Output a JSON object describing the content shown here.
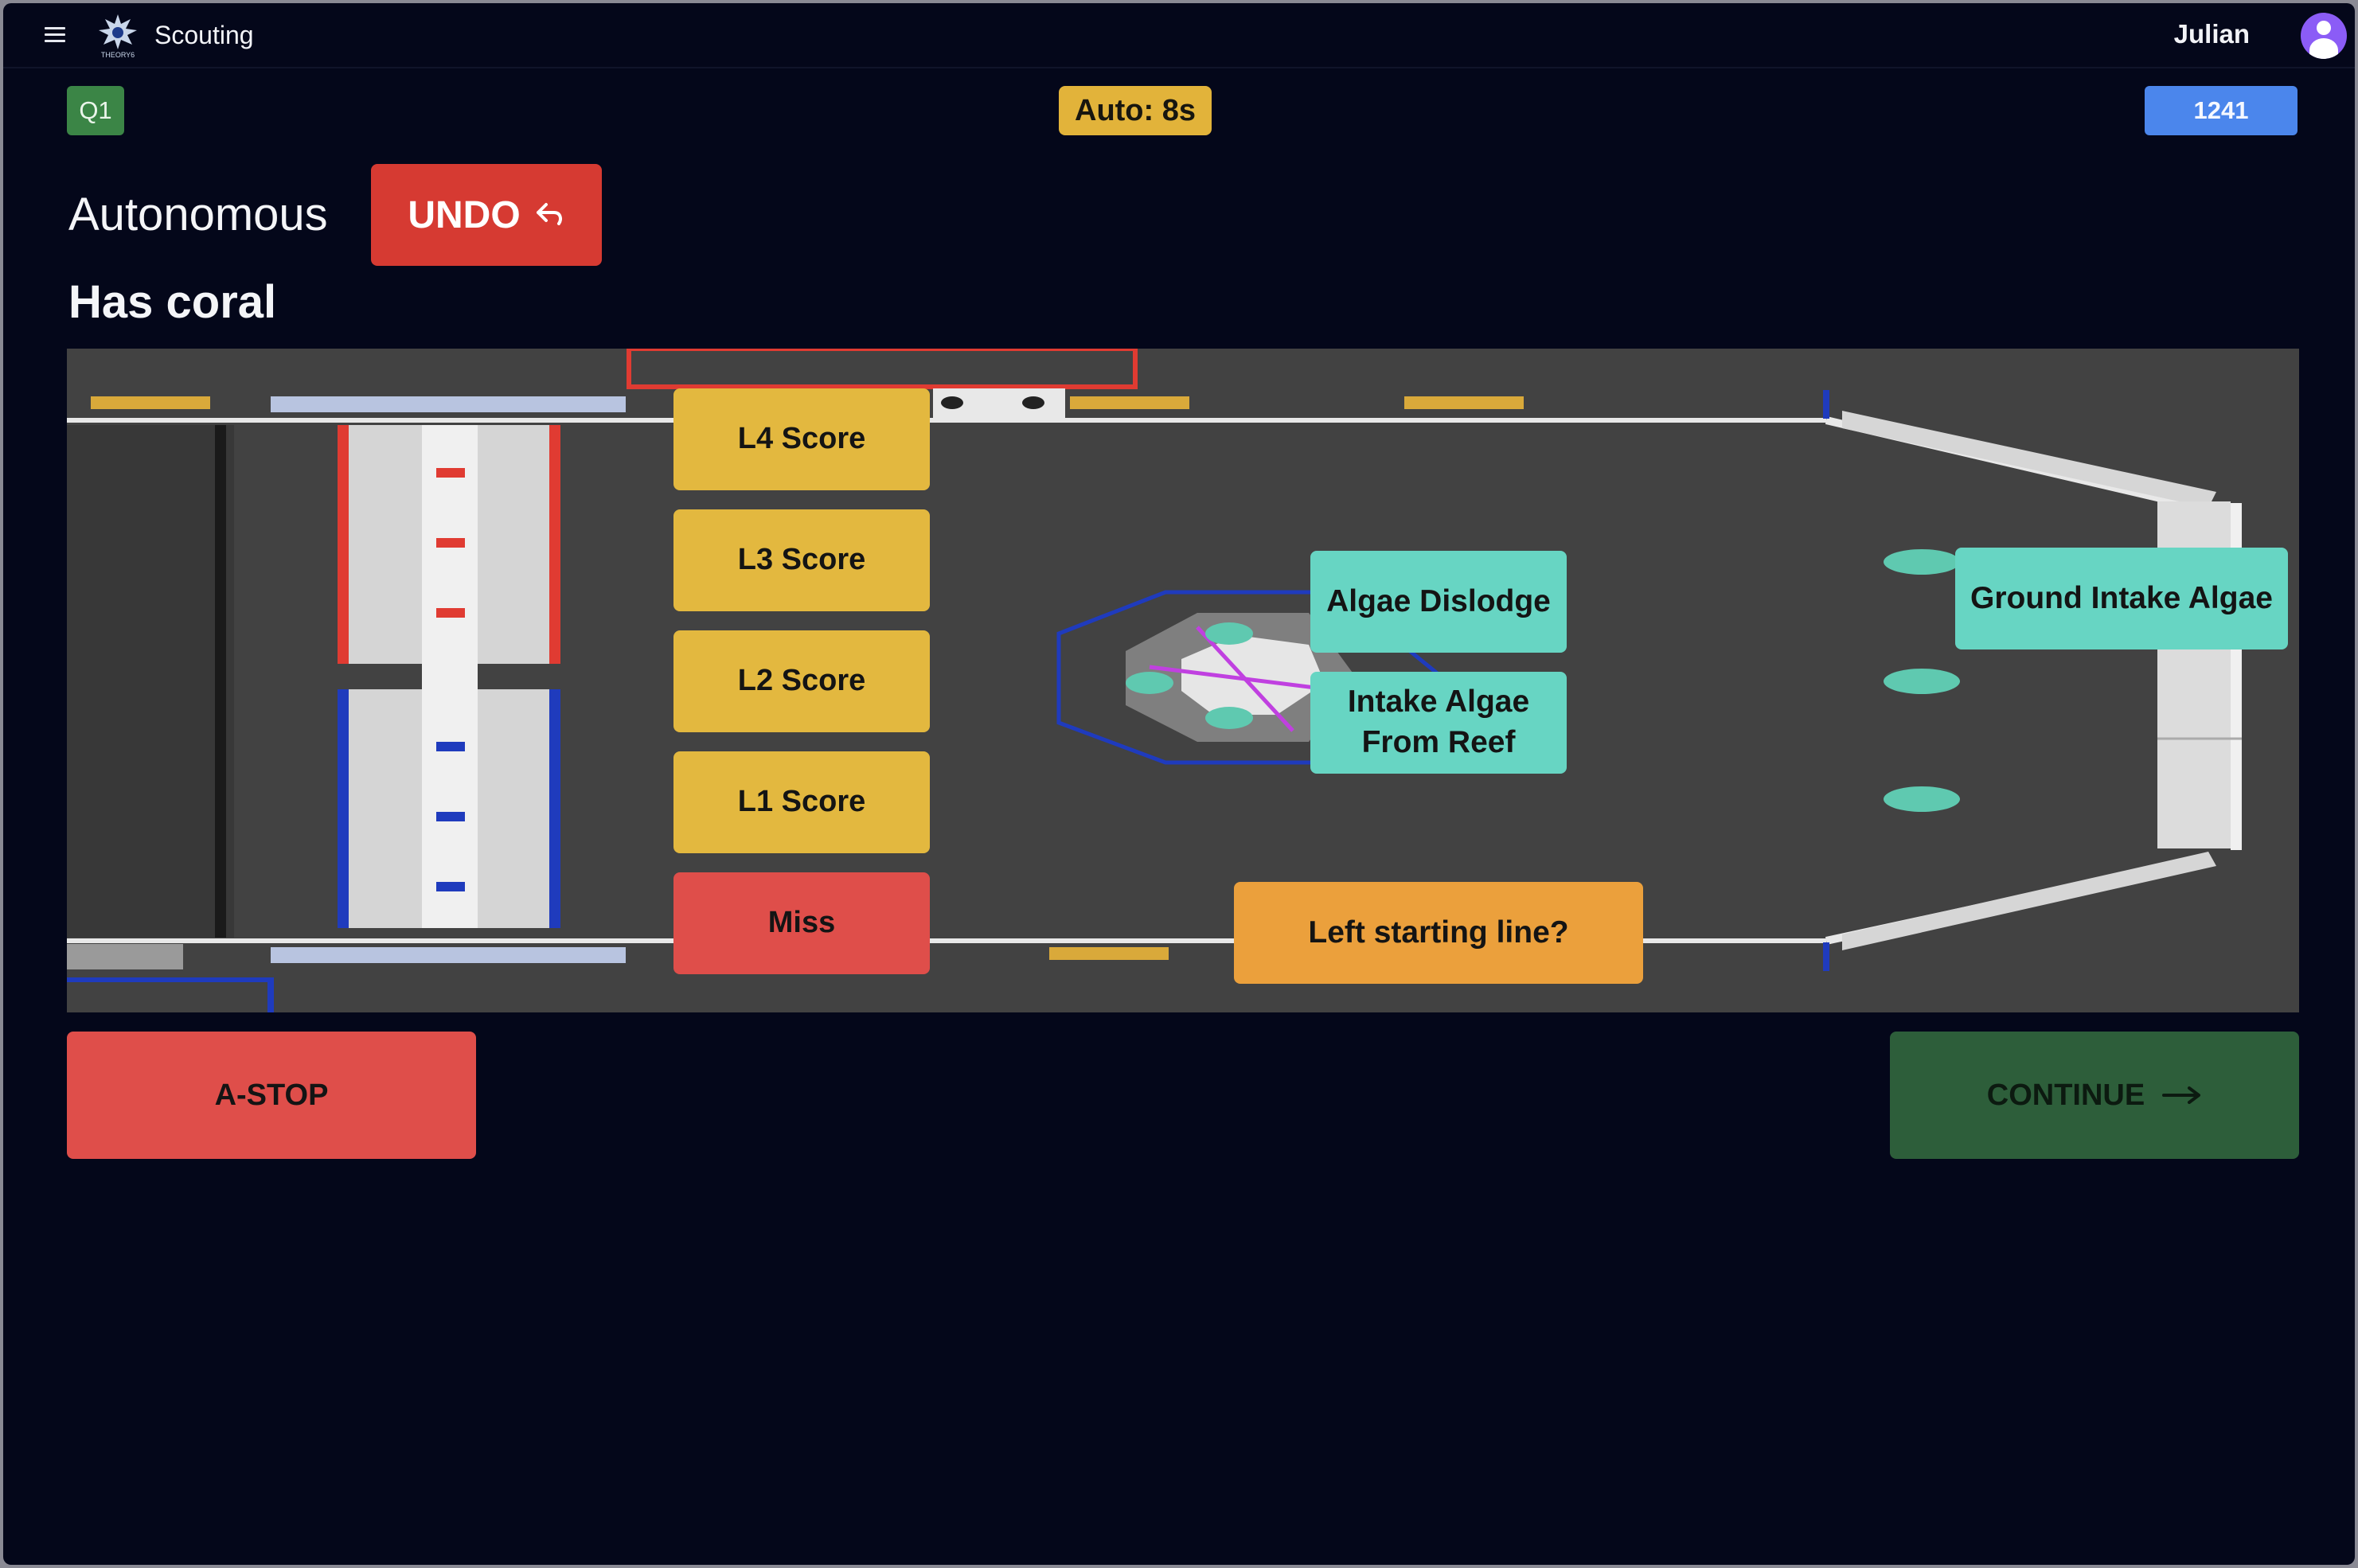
{
  "navbar": {
    "menu_icon": "hamburger-menu-icon",
    "logo_icon": "team-logo-icon",
    "logo_text": "THEORY6",
    "title": "Scouting",
    "user_name": "Julian",
    "avatar_icon": "user-avatar-icon"
  },
  "status_bar": {
    "match": "Q1",
    "timer": "Auto: 8s",
    "team": "1241"
  },
  "mode": {
    "title": "Autonomous",
    "undo_label": "UNDO",
    "undo_icon": "undo-arrow-icon",
    "state": "Has coral"
  },
  "field": {
    "actions": {
      "l4": "L4 Score",
      "l3": "L3 Score",
      "l2": "L2 Score",
      "l1": "L1 Score",
      "miss": "Miss",
      "algae_dislodge": "Algae Dislodge",
      "intake_reef_line1": "Intake Algae",
      "intake_reef_line2": "From Reef",
      "ground_intake": "Ground Intake Algae",
      "left_line": "Left starting line?"
    }
  },
  "footer": {
    "astop_label": "A-STOP",
    "continue_label": "CONTINUE",
    "continue_icon": "arrow-right-icon"
  },
  "colors": {
    "background": "#04071a",
    "score": "#e3b83f",
    "miss": "#df4e4a",
    "algae": "#67d5c3",
    "left_line": "#eba03c",
    "undo": "#d63a32",
    "continue": "#2d5e3a",
    "team_badge": "#4b86ec",
    "match_badge": "#3b8546"
  }
}
